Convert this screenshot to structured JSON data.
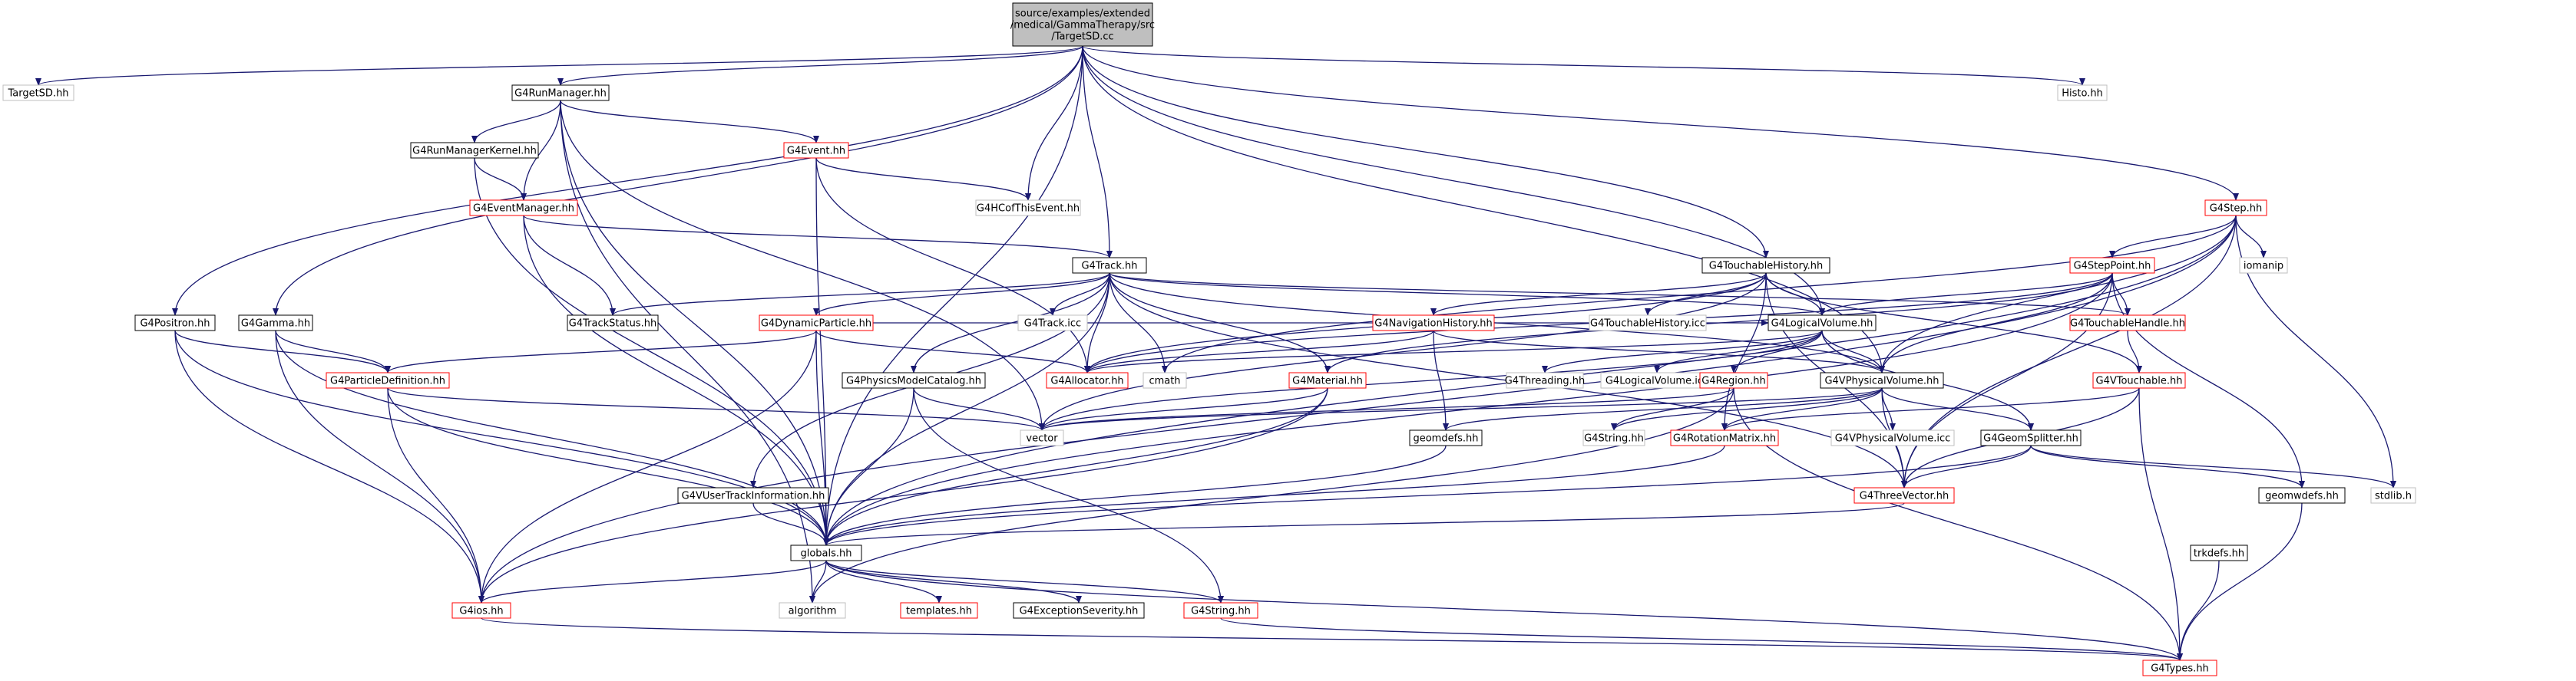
{
  "colors": {
    "edge": "#191970",
    "box_black": "#000000",
    "box_red": "#ff0000",
    "box_gray": "#bfbfbf",
    "root_fill": "#bfbfbf",
    "text": "#000000"
  },
  "nodes": [
    {
      "id": "root",
      "label_lines": [
        "source/examples/extended",
        "/medical/GammaTherapy/src",
        "/TargetSD.cc"
      ],
      "style": "root"
    },
    {
      "id": "TargetSD",
      "label_lines": [
        "TargetSD.hh"
      ],
      "style": "gray"
    },
    {
      "id": "G4RunManager",
      "label_lines": [
        "G4RunManager.hh"
      ],
      "style": "black"
    },
    {
      "id": "Histo",
      "label_lines": [
        "Histo.hh"
      ],
      "style": "gray"
    },
    {
      "id": "G4RunManagerKernel",
      "label_lines": [
        "G4RunManagerKernel.hh"
      ],
      "style": "black"
    },
    {
      "id": "G4Event",
      "label_lines": [
        "G4Event.hh"
      ],
      "style": "red"
    },
    {
      "id": "G4EventManager",
      "label_lines": [
        "G4EventManager.hh"
      ],
      "style": "red"
    },
    {
      "id": "G4HCofThisEvent",
      "label_lines": [
        "G4HCofThisEvent.hh"
      ],
      "style": "gray"
    },
    {
      "id": "G4Step",
      "label_lines": [
        "G4Step.hh"
      ],
      "style": "red"
    },
    {
      "id": "G4Track",
      "label_lines": [
        "G4Track.hh"
      ],
      "style": "black"
    },
    {
      "id": "G4TouchableHistory",
      "label_lines": [
        "G4TouchableHistory.hh"
      ],
      "style": "black"
    },
    {
      "id": "G4StepPoint",
      "label_lines": [
        "G4StepPoint.hh"
      ],
      "style": "red"
    },
    {
      "id": "iomanip",
      "label_lines": [
        "iomanip"
      ],
      "style": "gray"
    },
    {
      "id": "G4Positron",
      "label_lines": [
        "G4Positron.hh"
      ],
      "style": "black"
    },
    {
      "id": "G4Gamma",
      "label_lines": [
        "G4Gamma.hh"
      ],
      "style": "black"
    },
    {
      "id": "G4TrackStatus",
      "label_lines": [
        "G4TrackStatus.hh"
      ],
      "style": "black"
    },
    {
      "id": "G4DynamicParticle",
      "label_lines": [
        "G4DynamicParticle.hh"
      ],
      "style": "red"
    },
    {
      "id": "G4TrackIcc",
      "label_lines": [
        "G4Track.icc"
      ],
      "style": "gray"
    },
    {
      "id": "G4NavigationHistory",
      "label_lines": [
        "G4NavigationHistory.hh"
      ],
      "style": "red"
    },
    {
      "id": "G4TouchableHistoryIcc",
      "label_lines": [
        "G4TouchableHistory.icc"
      ],
      "style": "gray"
    },
    {
      "id": "G4LogicalVolume",
      "label_lines": [
        "G4LogicalVolume.hh"
      ],
      "style": "black"
    },
    {
      "id": "G4TouchableHandle",
      "label_lines": [
        "G4TouchableHandle.hh"
      ],
      "style": "red"
    },
    {
      "id": "G4ParticleDefinition",
      "label_lines": [
        "G4ParticleDefinition.hh"
      ],
      "style": "red"
    },
    {
      "id": "G4Allocator",
      "label_lines": [
        "G4Allocator.hh"
      ],
      "style": "red"
    },
    {
      "id": "cmath",
      "label_lines": [
        "cmath"
      ],
      "style": "gray"
    },
    {
      "id": "G4PhysicsModelCatalog",
      "label_lines": [
        "G4PhysicsModelCatalog.hh"
      ],
      "style": "black"
    },
    {
      "id": "G4Material",
      "label_lines": [
        "G4Material.hh"
      ],
      "style": "red"
    },
    {
      "id": "G4Threading",
      "label_lines": [
        "G4Threading.hh"
      ],
      "style": "gray"
    },
    {
      "id": "G4LogicalVolumeIcc",
      "label_lines": [
        "G4LogicalVolume.icc"
      ],
      "style": "gray"
    },
    {
      "id": "G4Region",
      "label_lines": [
        "G4Region.hh"
      ],
      "style": "red"
    },
    {
      "id": "G4VPhysicalVolume",
      "label_lines": [
        "G4VPhysicalVolume.hh"
      ],
      "style": "black"
    },
    {
      "id": "G4VTouchable",
      "label_lines": [
        "G4VTouchable.hh"
      ],
      "style": "red"
    },
    {
      "id": "vector",
      "label_lines": [
        "vector"
      ],
      "style": "gray"
    },
    {
      "id": "geomdefs",
      "label_lines": [
        "geomdefs.hh"
      ],
      "style": "black"
    },
    {
      "id": "G4String_gray",
      "label_lines": [
        "G4String.hh"
      ],
      "style": "gray"
    },
    {
      "id": "G4RotationMatrix",
      "label_lines": [
        "G4RotationMatrix.hh"
      ],
      "style": "red"
    },
    {
      "id": "G4VPhysicalVolumeIcc",
      "label_lines": [
        "G4VPhysicalVolume.icc"
      ],
      "style": "gray"
    },
    {
      "id": "G4GeomSplitter",
      "label_lines": [
        "G4GeomSplitter.hh"
      ],
      "style": "black"
    },
    {
      "id": "geomwdefs",
      "label_lines": [
        "geomwdefs.hh"
      ],
      "style": "black"
    },
    {
      "id": "stdlib",
      "label_lines": [
        "stdlib.h"
      ],
      "style": "gray"
    },
    {
      "id": "G4VUserTrackInformation",
      "label_lines": [
        "G4VUserTrackInformation.hh"
      ],
      "style": "black"
    },
    {
      "id": "G4ThreeVector",
      "label_lines": [
        "G4ThreeVector.hh"
      ],
      "style": "red"
    },
    {
      "id": "trkdefs",
      "label_lines": [
        "trkdefs.hh"
      ],
      "style": "black"
    },
    {
      "id": "globals",
      "label_lines": [
        "globals.hh"
      ],
      "style": "black"
    },
    {
      "id": "G4ios",
      "label_lines": [
        "G4ios.hh"
      ],
      "style": "red"
    },
    {
      "id": "algorithm",
      "label_lines": [
        "algorithm"
      ],
      "style": "gray"
    },
    {
      "id": "templates",
      "label_lines": [
        "templates.hh"
      ],
      "style": "red"
    },
    {
      "id": "G4ExceptionSeverity",
      "label_lines": [
        "G4ExceptionSeverity.hh"
      ],
      "style": "black"
    },
    {
      "id": "G4String",
      "label_lines": [
        "G4String.hh"
      ],
      "style": "red"
    },
    {
      "id": "G4Types",
      "label_lines": [
        "G4Types.hh"
      ],
      "style": "red"
    }
  ],
  "edges": [
    [
      "root",
      "TargetSD"
    ],
    [
      "root",
      "G4RunManager"
    ],
    [
      "root",
      "Histo"
    ],
    [
      "root",
      "G4Step"
    ],
    [
      "root",
      "G4Track"
    ],
    [
      "root",
      "G4TouchableHistory"
    ],
    [
      "root",
      "G4Positron"
    ],
    [
      "root",
      "G4Gamma"
    ],
    [
      "root",
      "G4HCofThisEvent"
    ],
    [
      "root",
      "globals"
    ],
    [
      "root",
      "G4LogicalVolume"
    ],
    [
      "root",
      "G4VPhysicalVolume"
    ],
    [
      "G4RunManager",
      "G4RunManagerKernel"
    ],
    [
      "G4RunManager",
      "G4Event"
    ],
    [
      "G4RunManager",
      "G4EventManager"
    ],
    [
      "G4RunManager",
      "globals"
    ],
    [
      "G4RunManager",
      "vector"
    ],
    [
      "G4RunManager",
      "algorithm"
    ],
    [
      "G4RunManagerKernel",
      "G4EventManager"
    ],
    [
      "G4RunManagerKernel",
      "globals"
    ],
    [
      "G4Event",
      "G4HCofThisEvent"
    ],
    [
      "G4Event",
      "G4Allocator"
    ],
    [
      "G4Event",
      "globals"
    ],
    [
      "G4EventManager",
      "G4Track"
    ],
    [
      "G4EventManager",
      "G4TrackStatus"
    ],
    [
      "G4EventManager",
      "globals"
    ],
    [
      "G4Step",
      "G4StepPoint"
    ],
    [
      "G4Step",
      "iomanip"
    ],
    [
      "G4Step",
      "G4ThreeVector"
    ],
    [
      "G4Step",
      "stdlib"
    ],
    [
      "G4Step",
      "G4ios"
    ],
    [
      "G4Step",
      "globals"
    ],
    [
      "G4Step",
      "G4VPhysicalVolume"
    ],
    [
      "G4Step",
      "cmath"
    ],
    [
      "G4Track",
      "G4TrackStatus"
    ],
    [
      "G4Track",
      "G4DynamicParticle"
    ],
    [
      "G4Track",
      "G4TrackIcc"
    ],
    [
      "G4Track",
      "G4Allocator"
    ],
    [
      "G4Track",
      "cmath"
    ],
    [
      "G4Track",
      "G4PhysicsModelCatalog"
    ],
    [
      "G4Track",
      "G4Material"
    ],
    [
      "G4Track",
      "G4LogicalVolume"
    ],
    [
      "G4Track",
      "G4VPhysicalVolume"
    ],
    [
      "G4Track",
      "G4VUserTrackInformation"
    ],
    [
      "G4Track",
      "globals"
    ],
    [
      "G4Track",
      "G4ThreeVector"
    ],
    [
      "G4Track",
      "G4TouchableHandle"
    ],
    [
      "G4TouchableHistory",
      "G4NavigationHistory"
    ],
    [
      "G4TouchableHistory",
      "G4TouchableHistoryIcc"
    ],
    [
      "G4TouchableHistory",
      "G4LogicalVolume"
    ],
    [
      "G4TouchableHistory",
      "G4VTouchable"
    ],
    [
      "G4TouchableHistory",
      "G4Allocator"
    ],
    [
      "G4TouchableHistory",
      "vector"
    ],
    [
      "G4TouchableHistory",
      "G4RotationMatrix"
    ],
    [
      "G4TouchableHistory",
      "G4ThreeVector"
    ],
    [
      "G4StepPoint",
      "G4TouchableHandle"
    ],
    [
      "G4StepPoint",
      "G4LogicalVolume"
    ],
    [
      "G4StepPoint",
      "G4VPhysicalVolume"
    ],
    [
      "G4StepPoint",
      "G4ThreeVector"
    ],
    [
      "G4StepPoint",
      "geomwdefs"
    ],
    [
      "G4StepPoint",
      "globals"
    ],
    [
      "G4StepPoint",
      "G4Allocator"
    ],
    [
      "G4StepPoint",
      "G4Material"
    ],
    [
      "G4Positron",
      "G4ParticleDefinition"
    ],
    [
      "G4Positron",
      "globals"
    ],
    [
      "G4Positron",
      "G4ios"
    ],
    [
      "G4Gamma",
      "G4ParticleDefinition"
    ],
    [
      "G4Gamma",
      "globals"
    ],
    [
      "G4Gamma",
      "G4ios"
    ],
    [
      "G4DynamicParticle",
      "G4ParticleDefinition"
    ],
    [
      "G4DynamicParticle",
      "G4Allocator"
    ],
    [
      "G4DynamicParticle",
      "globals"
    ],
    [
      "G4DynamicParticle",
      "G4ios"
    ],
    [
      "G4DynamicParticle",
      "G4LogicalVolume"
    ],
    [
      "G4NavigationHistory",
      "geomdefs"
    ],
    [
      "G4NavigationHistory",
      "G4VPhysicalVolume"
    ],
    [
      "G4NavigationHistory",
      "G4Allocator"
    ],
    [
      "G4LogicalVolume",
      "G4Region"
    ],
    [
      "G4LogicalVolume",
      "G4VPhysicalVolume"
    ],
    [
      "G4LogicalVolume",
      "G4Threading"
    ],
    [
      "G4LogicalVolume",
      "G4LogicalVolumeIcc"
    ],
    [
      "G4LogicalVolume",
      "G4GeomSplitter"
    ],
    [
      "G4LogicalVolume",
      "vector"
    ],
    [
      "G4LogicalVolume",
      "G4Allocator"
    ],
    [
      "G4TouchableHandle",
      "G4VTouchable"
    ],
    [
      "G4ParticleDefinition",
      "vector"
    ],
    [
      "G4ParticleDefinition",
      "globals"
    ],
    [
      "G4ParticleDefinition",
      "G4ios"
    ],
    [
      "G4PhysicsModelCatalog",
      "vector"
    ],
    [
      "G4PhysicsModelCatalog",
      "globals"
    ],
    [
      "G4PhysicsModelCatalog",
      "G4String"
    ],
    [
      "G4Material",
      "vector"
    ],
    [
      "G4Material",
      "globals"
    ],
    [
      "G4Material",
      "G4ios"
    ],
    [
      "G4Region",
      "G4String_gray"
    ],
    [
      "G4Region",
      "vector"
    ],
    [
      "G4Region",
      "algorithm"
    ],
    [
      "G4Region",
      "G4Types"
    ],
    [
      "G4VPhysicalVolume",
      "geomdefs"
    ],
    [
      "G4VPhysicalVolume",
      "G4String_gray"
    ],
    [
      "G4VPhysicalVolume",
      "G4RotationMatrix"
    ],
    [
      "G4VPhysicalVolume",
      "G4VPhysicalVolumeIcc"
    ],
    [
      "G4VPhysicalVolume",
      "G4GeomSplitter"
    ],
    [
      "G4VPhysicalVolume",
      "G4ThreeVector"
    ],
    [
      "G4VPhysicalVolume",
      "vector"
    ],
    [
      "G4VTouchable",
      "G4RotationMatrix"
    ],
    [
      "G4VTouchable",
      "G4ThreeVector"
    ],
    [
      "G4VTouchable",
      "G4Types"
    ],
    [
      "geomdefs",
      "globals"
    ],
    [
      "G4RotationMatrix",
      "globals"
    ],
    [
      "G4GeomSplitter",
      "globals"
    ],
    [
      "G4GeomSplitter",
      "geomwdefs"
    ],
    [
      "G4GeomSplitter",
      "stdlib"
    ],
    [
      "G4GeomSplitter",
      "G4ThreeVector"
    ],
    [
      "geomwdefs",
      "G4Types"
    ],
    [
      "G4VUserTrackInformation",
      "globals"
    ],
    [
      "G4ThreeVector",
      "globals"
    ],
    [
      "trkdefs",
      "G4Types"
    ],
    [
      "globals",
      "G4ios"
    ],
    [
      "globals",
      "algorithm"
    ],
    [
      "globals",
      "templates"
    ],
    [
      "globals",
      "G4ExceptionSeverity"
    ],
    [
      "globals",
      "G4String"
    ],
    [
      "globals",
      "G4Types"
    ],
    [
      "G4ios",
      "G4Types"
    ],
    [
      "G4String",
      "G4Types"
    ]
  ]
}
